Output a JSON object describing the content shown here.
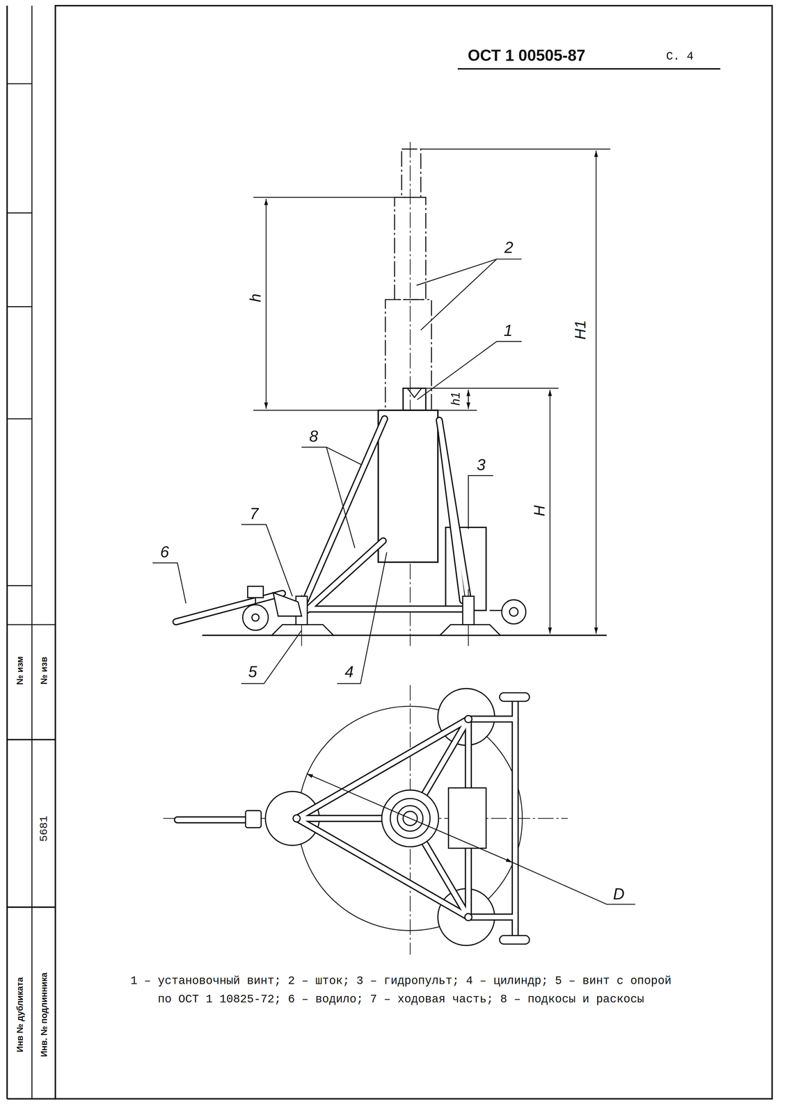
{
  "diagram": {
    "title": "ОСТ 1 00505-87",
    "caption": "1 – установочный винт; 2 – шток; 3 – гидропульт; 4 – цилиндр; 5 – винт с опорой по ОСТ 1 10825-72; 6 – водило; 7 – ходовая часть; 8 – подкосы и раскосы",
    "labels": [
      "С. 4",
      "2",
      "1",
      "h",
      "h1",
      "H1",
      "8",
      "3",
      "H",
      "7",
      "6",
      "5",
      "4",
      "D",
      "№ изм",
      "№ изв",
      "5681",
      "Инв № дубликата",
      "Инв. № подлинника"
    ]
  }
}
